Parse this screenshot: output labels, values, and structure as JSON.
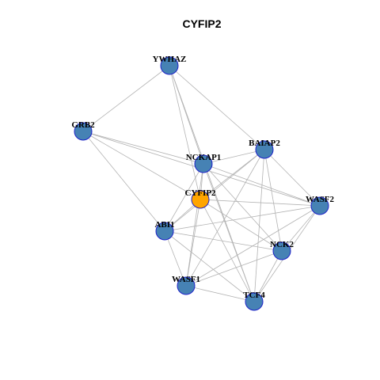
{
  "title": "CYFIP2",
  "colors": {
    "background": "#ffffff",
    "edge": "#b3b3b3",
    "node_fill": "#4682b4",
    "node_stroke": "#1e22c9",
    "focus_fill": "#ffa500",
    "label": "#000000",
    "title": "#000000"
  },
  "focus_node": "CYFIP2",
  "nodes": [
    {
      "id": "YWHAZ",
      "label": "YWHAZ"
    },
    {
      "id": "GRB2",
      "label": "GRB2"
    },
    {
      "id": "BAIAP2",
      "label": "BAIAP2"
    },
    {
      "id": "NCKAP1",
      "label": "NCKAP1"
    },
    {
      "id": "CYFIP2",
      "label": "CYFIP2"
    },
    {
      "id": "WASF2",
      "label": "WASF2"
    },
    {
      "id": "ABI1",
      "label": "ABI1"
    },
    {
      "id": "NCK2",
      "label": "NCK2"
    },
    {
      "id": "WASF1",
      "label": "WASF1"
    },
    {
      "id": "TCF4",
      "label": "TCF4"
    }
  ],
  "edges": [
    [
      "YWHAZ",
      "GRB2"
    ],
    [
      "YWHAZ",
      "NCKAP1"
    ],
    [
      "YWHAZ",
      "BAIAP2"
    ],
    [
      "YWHAZ",
      "CYFIP2"
    ],
    [
      "YWHAZ",
      "TCF4"
    ],
    [
      "GRB2",
      "NCKAP1"
    ],
    [
      "GRB2",
      "CYFIP2"
    ],
    [
      "GRB2",
      "ABI1"
    ],
    [
      "GRB2",
      "WASF2"
    ],
    [
      "BAIAP2",
      "NCKAP1"
    ],
    [
      "BAIAP2",
      "CYFIP2"
    ],
    [
      "BAIAP2",
      "WASF2"
    ],
    [
      "BAIAP2",
      "ABI1"
    ],
    [
      "BAIAP2",
      "NCK2"
    ],
    [
      "BAIAP2",
      "WASF1"
    ],
    [
      "BAIAP2",
      "TCF4"
    ],
    [
      "NCKAP1",
      "CYFIP2"
    ],
    [
      "NCKAP1",
      "WASF2"
    ],
    [
      "NCKAP1",
      "ABI1"
    ],
    [
      "NCKAP1",
      "NCK2"
    ],
    [
      "NCKAP1",
      "WASF1"
    ],
    [
      "NCKAP1",
      "TCF4"
    ],
    [
      "CYFIP2",
      "WASF2"
    ],
    [
      "CYFIP2",
      "ABI1"
    ],
    [
      "CYFIP2",
      "NCK2"
    ],
    [
      "CYFIP2",
      "WASF1"
    ],
    [
      "CYFIP2",
      "TCF4"
    ],
    [
      "WASF2",
      "ABI1"
    ],
    [
      "WASF2",
      "NCK2"
    ],
    [
      "WASF2",
      "WASF1"
    ],
    [
      "WASF2",
      "TCF4"
    ],
    [
      "ABI1",
      "NCK2"
    ],
    [
      "ABI1",
      "WASF1"
    ],
    [
      "ABI1",
      "TCF4"
    ],
    [
      "NCK2",
      "WASF1"
    ],
    [
      "NCK2",
      "TCF4"
    ],
    [
      "WASF1",
      "TCF4"
    ]
  ]
}
